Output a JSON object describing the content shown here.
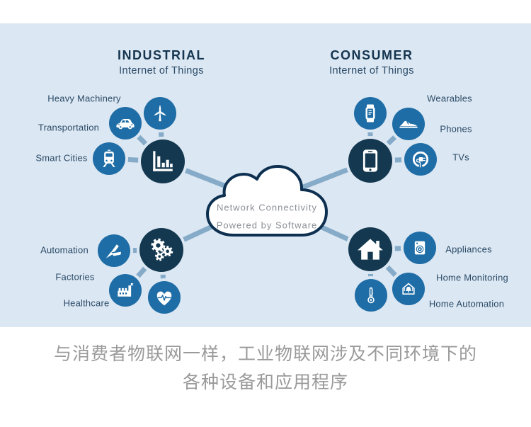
{
  "diagram": {
    "industrial": {
      "title": "INDUSTRIAL",
      "subtitle": "Internet of Things",
      "labels": [
        "Heavy Machinery",
        "Transportation",
        "Smart Cities",
        "Automation",
        "Factories",
        "Healthcare"
      ]
    },
    "consumer": {
      "title": "CONSUMER",
      "subtitle": "Internet of Things",
      "labels": [
        "Wearables",
        "Phones",
        "TVs",
        "Appliances",
        "Home Monitoring",
        "Home Automation"
      ]
    },
    "cloud": {
      "line1": "Network Connectivity",
      "line2": "Powered by Software"
    },
    "icons": {
      "industrial": [
        "wind-turbine-icon",
        "car-icon",
        "train-icon",
        "bar-chart-icon",
        "robotic-claw-icon",
        "gears-icon",
        "factory-icon",
        "heart-pulse-icon"
      ],
      "consumer": [
        "smartwatch-icon",
        "sneaker-icon",
        "plug-icon",
        "smartphone-icon",
        "house-icon",
        "washing-machine-icon",
        "thermometer-icon",
        "home-alarm-icon"
      ]
    }
  },
  "caption": {
    "line1": "与消费者物联网一样，工业物联网涉及不同环境下的",
    "line2": "各种设备和应用程序"
  },
  "colors": {
    "diagram_background": "#dbe7f2",
    "hub_circle": "#133850",
    "satellite_circle": "#1f6da6",
    "connector_line": "#85abc9",
    "cloud_border": "#0e3050",
    "cloud_fill": "#ffffff",
    "label_text": "#2b4b68",
    "cloud_text": "#8b9096",
    "caption_text": "#9a9a9a"
  }
}
